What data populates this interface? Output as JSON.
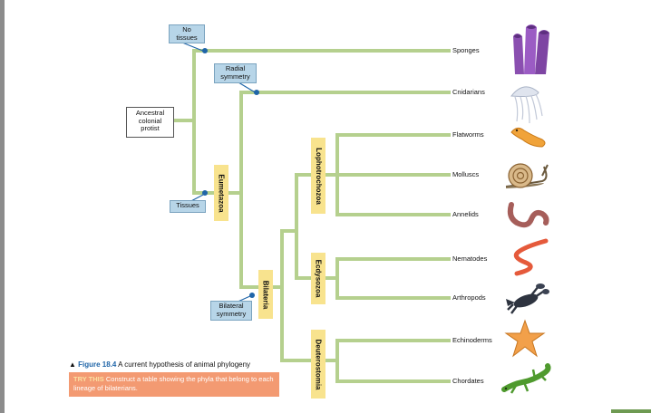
{
  "nodes": {
    "no_tissues": "No tissues",
    "ancestor": "Ancestral colonial protist",
    "radial": "Radial symmetry",
    "tissues": "Tissues",
    "bilateral": "Bilateral symmetry"
  },
  "clades": {
    "eumetazoa": "Eumetazoa",
    "bilateria": "Bilateria",
    "lophotrochozoa": "Lophotrochozoa",
    "ecdysozoa": "Ecdysozoa",
    "deuterostomia": "Deuterostomia"
  },
  "taxa": [
    "Sponges",
    "Cnidarians",
    "Flatworms",
    "Molluscs",
    "Annelids",
    "Nematodes",
    "Arthropods",
    "Echinoderms",
    "Chordates"
  ],
  "caption": {
    "figure": "Figure 18.4",
    "text": "A current hypothesis of animal phylogeny",
    "try_label": "TRY THIS",
    "try_text": "Construct a table showing the phyla that belong to each lineage of bilaterians."
  },
  "colors": {
    "branch": "#b5d08e",
    "node_box": "#b7d5e8",
    "clade_label": "#f8e38e",
    "accent": "#1f65a8",
    "try_box": "#f39a72"
  },
  "icons": [
    "sponge-icon",
    "jellyfish-icon",
    "flatworm-icon",
    "snail-icon",
    "earthworm-icon",
    "nematode-icon",
    "lobster-icon",
    "starfish-icon",
    "salamander-icon"
  ]
}
